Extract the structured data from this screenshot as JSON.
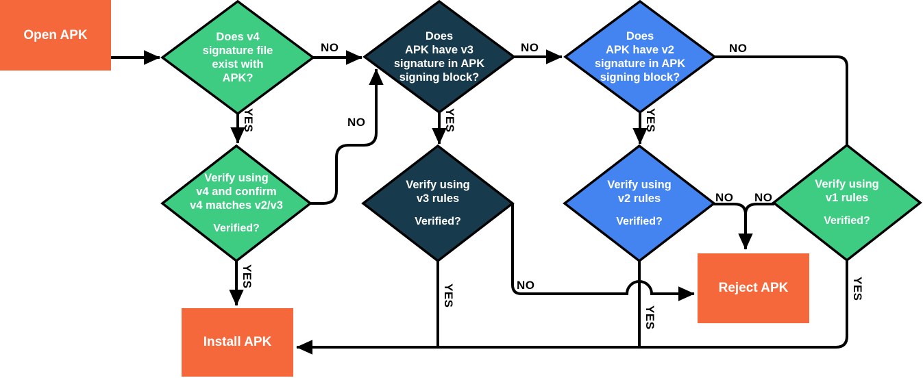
{
  "colors": {
    "process": "#F4683C",
    "green": "#3ECC83",
    "navy": "#173A4C",
    "blue": "#4484F0",
    "line": "#000000",
    "node_text": "#FFFFFF"
  },
  "nodes": {
    "open_apk": {
      "label": "Open APK"
    },
    "install_apk": {
      "label": "Install APK"
    },
    "reject_apk": {
      "label": "Reject APK"
    },
    "v4_exists": {
      "question": "Does v4\nsignature file\nexist with\nAPK?"
    },
    "v3_exists": {
      "question": "Does\nAPK have v3\nsignature in APK\nsigning block?"
    },
    "v2_exists": {
      "question": "Does\nAPK have v2\nsignature in APK\nsigning block?"
    },
    "v4_verify": {
      "question": "Verify using\nv4 and confirm\nv4 matches v2/v3",
      "sub": "Verified?"
    },
    "v3_verify": {
      "question": "Verify using\nv3 rules",
      "sub": "Verified?"
    },
    "v2_verify": {
      "question": "Verify using\nv2 rules",
      "sub": "Verified?"
    },
    "v1_verify": {
      "question": "Verify using\nv1 rules",
      "sub": "Verified?"
    }
  },
  "edge_labels": {
    "v4_exists_no": "NO",
    "v4_exists_yes": "YES",
    "v3_exists_no": "NO",
    "v3_exists_yes": "YES",
    "v2_exists_no": "NO",
    "v2_exists_yes": "YES",
    "v4_verify_no": "NO",
    "v4_verify_yes": "YES",
    "v3_verify_no": "NO",
    "v3_verify_yes": "YES",
    "v2_verify_no": "NO",
    "v2_verify_yes": "YES",
    "v1_verify_no": "NO",
    "v1_verify_yes": "YES"
  }
}
